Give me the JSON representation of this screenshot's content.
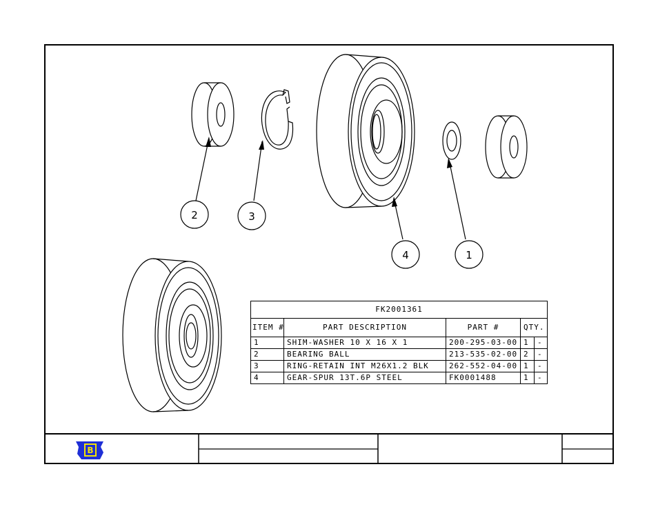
{
  "bom": {
    "title": "FK2001361",
    "headers": {
      "item": "ITEM #",
      "description": "PART DESCRIPTION",
      "part": "PART #",
      "qty": "QTY."
    },
    "rows": [
      {
        "item": "1",
        "description": "SHIM-WASHER 10 X 16 X 1",
        "part": "200-295-03-00",
        "qty": "1",
        "unit": "-"
      },
      {
        "item": "2",
        "description": "BEARING BALL",
        "part": "213-535-02-00",
        "qty": "2",
        "unit": "-"
      },
      {
        "item": "3",
        "description": "RING-RETAIN INT M26X1.2 BLK",
        "part": "262-552-04-00",
        "qty": "1",
        "unit": "-"
      },
      {
        "item": "4",
        "description": "GEAR-SPUR 13T.6P STEEL",
        "part": "FK0001488",
        "qty": "1",
        "unit": "-"
      }
    ]
  },
  "balloons": [
    {
      "label": "2"
    },
    {
      "label": "3"
    },
    {
      "label": "4"
    },
    {
      "label": "1"
    }
  ],
  "logo": {
    "letter": "B",
    "colors": {
      "blue": "#1f2fd6",
      "yellow": "#f5e200"
    }
  },
  "colors": {
    "line": "#000000",
    "background": "#ffffff"
  }
}
